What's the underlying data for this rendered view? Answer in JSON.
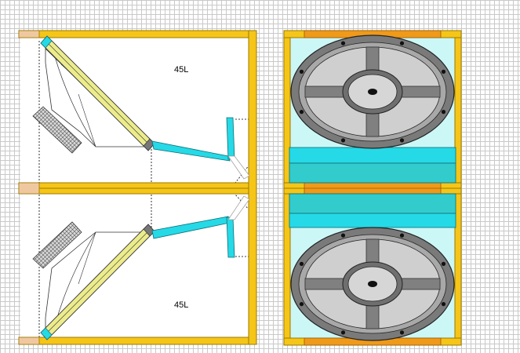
{
  "colors": {
    "panel": "#f5c518",
    "panel_edge": "#9a7a00",
    "port": "#26d9e6",
    "port_dark": "#33cccc",
    "port_edge": "#0a6f78",
    "cone_board": "#ecec8c",
    "brace": "#f0c8a0",
    "front_face": "#ccf7f7",
    "cone": "#c8c8c8",
    "magnet": "#888888",
    "bolt_ring": "#f09a1a"
  },
  "side_view": {
    "top_chamber": {
      "volume_label": "45L"
    },
    "bottom_chamber": {
      "volume_label": "45L"
    }
  },
  "front_view": {
    "drivers": 2,
    "bolts_per_driver": 8,
    "basket_spokes": 4
  }
}
